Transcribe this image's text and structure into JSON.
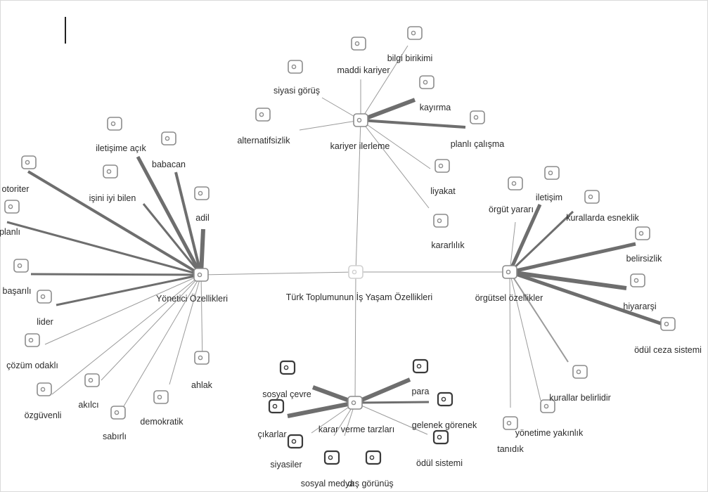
{
  "colors": {
    "thin_line": "#9a9a9a",
    "thick_line": "#6e6e6e",
    "icon_stroke": "#8c8c8c",
    "icon_dark": "#3a3a3a",
    "label": "#2b2b2b"
  },
  "center": {
    "label": "Türk Toplumunun İş Yaşam Özellikleri",
    "icon": "document-icon"
  },
  "hubs": [
    {
      "id": "yonetici",
      "label": "Yönetici Özellikleri",
      "icon": "document-icon",
      "children": [
        "otoriter",
        "iletişime açık",
        "babacan",
        "işini iyi bilen",
        "adil",
        "planlı",
        "başarılı",
        "lider",
        "çözüm odaklı",
        "özgüvenli",
        "akılcı",
        "sabırlı",
        "demokratik",
        "ahlak"
      ]
    },
    {
      "id": "kariyer",
      "label": "kariyer ilerleme",
      "icon": "document-icon",
      "children": [
        "bilgi birikimi",
        "maddi kariyer",
        "siyasi görüş",
        "alternatifsizlik",
        "kayırma",
        "planlı çalışma",
        "liyakat",
        "kararlılık"
      ]
    },
    {
      "id": "orgutsel",
      "label": "örgütsel özellikler",
      "icon": "document-icon",
      "children": [
        "örgüt yararı",
        "iletişim",
        "kurallarda esneklik",
        "belirsizlik",
        "hiyararşi",
        "ödül  ceza sistemi",
        "kurallar belirlidir",
        "yönetime yakınlık",
        "tanıdık"
      ]
    },
    {
      "id": "karar",
      "label": "karar verme tarzları",
      "icon": "document-icon",
      "children": [
        "sosyal çevre",
        "çıkarlar",
        "para",
        "gelenek görenek",
        "ödül sistemi",
        "sosyal medya",
        "dış görünüş",
        "siyasiler"
      ]
    }
  ]
}
